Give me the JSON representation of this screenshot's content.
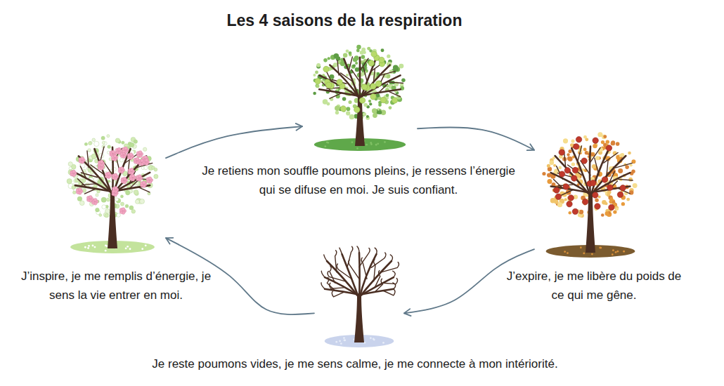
{
  "diagram": {
    "title": "Les 4 saisons de la respiration",
    "nodes": [
      {
        "text": [
          "J’inspire, je me remplis d’énergie, je sens la vie entrer en moi."
        ]
      },
      {
        "text": [
          "Je retiens mon souffle poumons pleins, je ressens l’énergie qui se difuse en moi. Je suis confiant."
        ]
      },
      {
        "text": [
          "J’expire, je me libère du poids de ce qui me gêne."
        ]
      },
      {
        "text": [
          "Je reste poumons vides, je me sens calme, je me connecte à mon intériorité."
        ]
      }
    ],
    "edges": [
      {
        "from": 0,
        "to": 1,
        "arrow": "to"
      },
      {
        "from": 1,
        "to": 2,
        "arrow": "to"
      },
      {
        "from": 2,
        "to": 3,
        "arrow": "to"
      },
      {
        "from": 3,
        "to": 0,
        "arrow": "to"
      }
    ]
  }
}
